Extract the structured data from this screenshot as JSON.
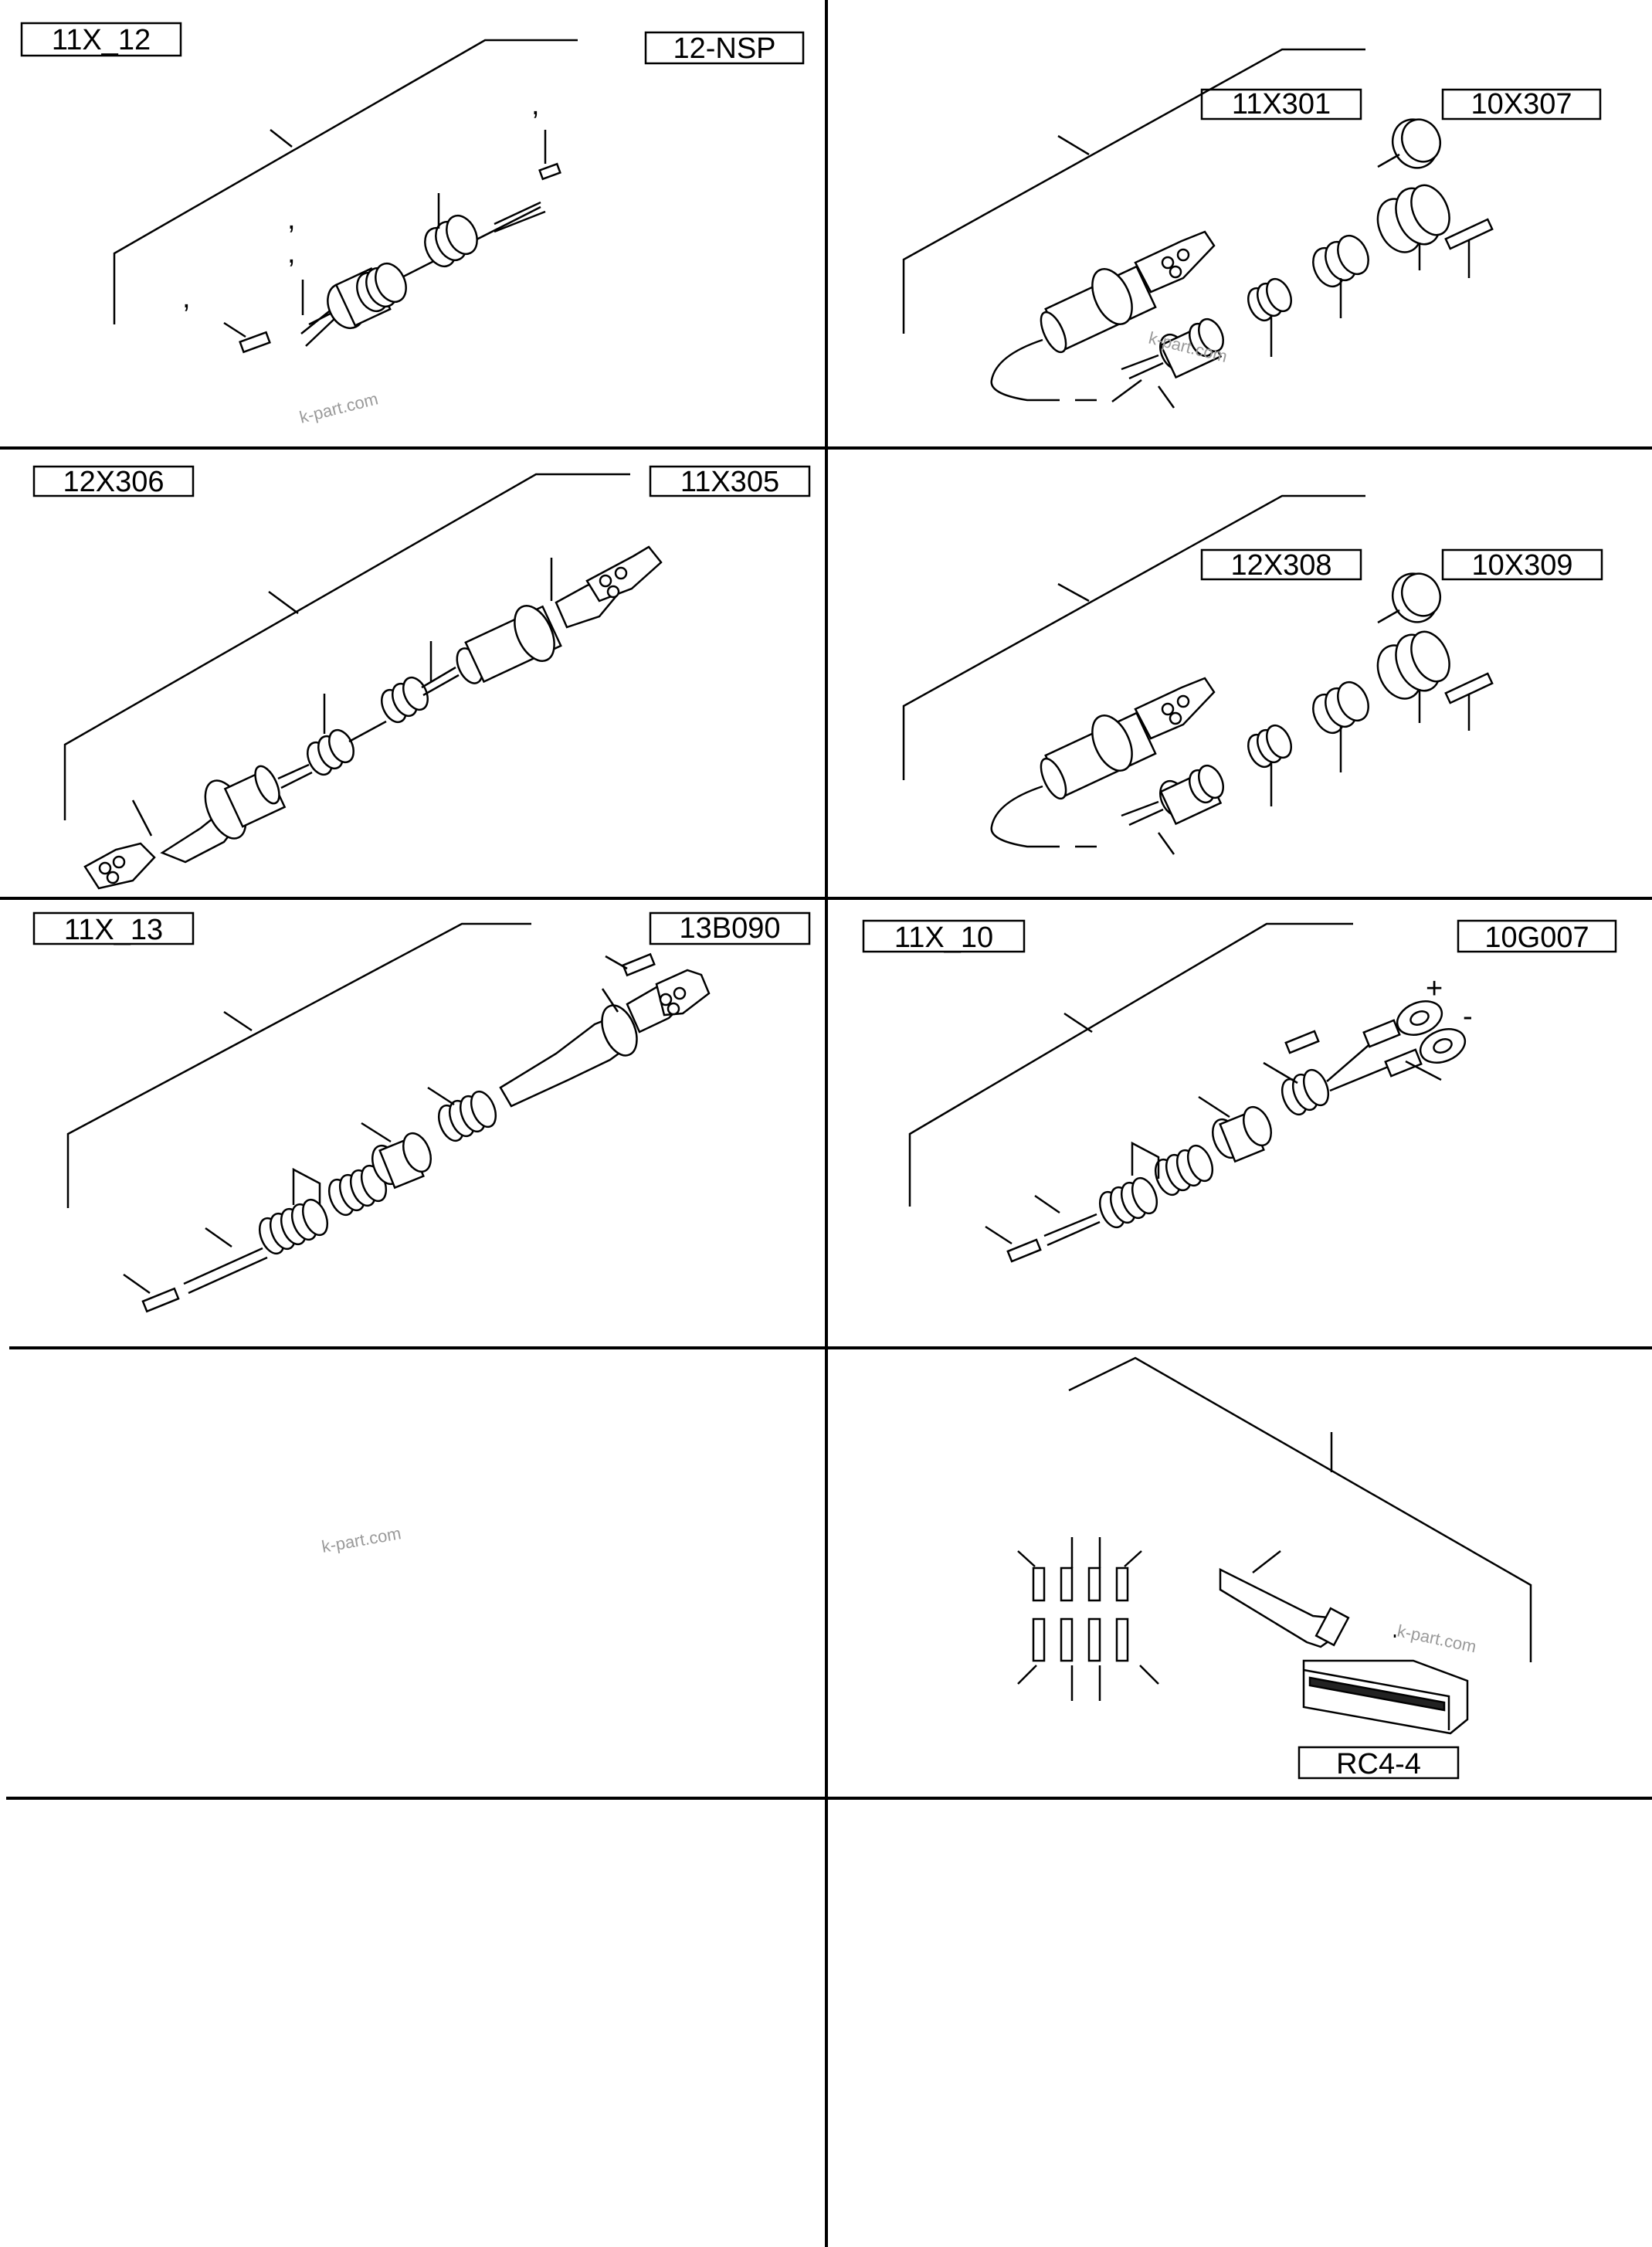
{
  "panels": [
    {
      "id": "p1",
      "left_code": "11X_12",
      "right_code": "12-NSP"
    },
    {
      "id": "p2",
      "left_code": "11X301",
      "right_code": "10X307"
    },
    {
      "id": "p3",
      "left_code": "12X306",
      "right_code": "11X305"
    },
    {
      "id": "p4",
      "left_code": "12X308",
      "right_code": "10X309"
    },
    {
      "id": "p5",
      "left_code": "11X_13",
      "right_code": "13B090"
    },
    {
      "id": "p6",
      "left_code": "11X_10",
      "right_code": "10G007"
    },
    {
      "id": "p8",
      "left_code": "RC4-4"
    }
  ],
  "polarity": {
    "plus": "+",
    "minus": "-"
  },
  "watermark": "k-part.com",
  "tick_mark": ","
}
